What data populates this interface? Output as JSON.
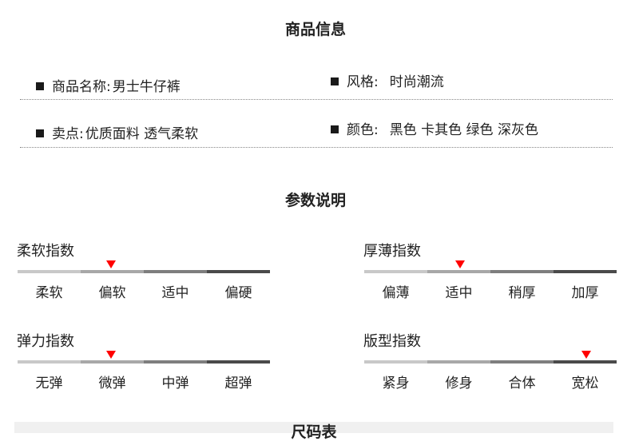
{
  "section1": {
    "title": "商品信息",
    "items": [
      {
        "label": "商品名称:",
        "value": "男士牛仔裤"
      },
      {
        "label": "风格:",
        "value": "时尚潮流"
      },
      {
        "label": "卖点:",
        "value": "优质面料 透气柔软"
      },
      {
        "label": "颜色:",
        "value": "黑色 卡其色 绿色 深灰色"
      }
    ]
  },
  "section2": {
    "title": "参数说明",
    "gauges": [
      {
        "title": "柔软指数",
        "options": [
          "柔软",
          "偏软",
          "适中",
          "偏硬"
        ],
        "selected_index": 1,
        "marker_position": 0.37
      },
      {
        "title": "厚薄指数",
        "options": [
          "偏薄",
          "适中",
          "稍厚",
          "加厚"
        ],
        "selected_index": 1,
        "marker_position": 0.38
      },
      {
        "title": "弹力指数",
        "options": [
          "无弹",
          "微弹",
          "中弹",
          "超弹"
        ],
        "selected_index": 1,
        "marker_position": 0.37
      },
      {
        "title": "版型指数",
        "options": [
          "紧身",
          "修身",
          "合体",
          "宽松"
        ],
        "selected_index": 3,
        "marker_position": 0.88
      }
    ],
    "bar_colors": [
      "#c8c8c8",
      "#a8a8a8",
      "#7e7e7e",
      "#4a4a4a"
    ],
    "marker_color": "#ff0000"
  },
  "section3": {
    "title": "尺码表"
  }
}
